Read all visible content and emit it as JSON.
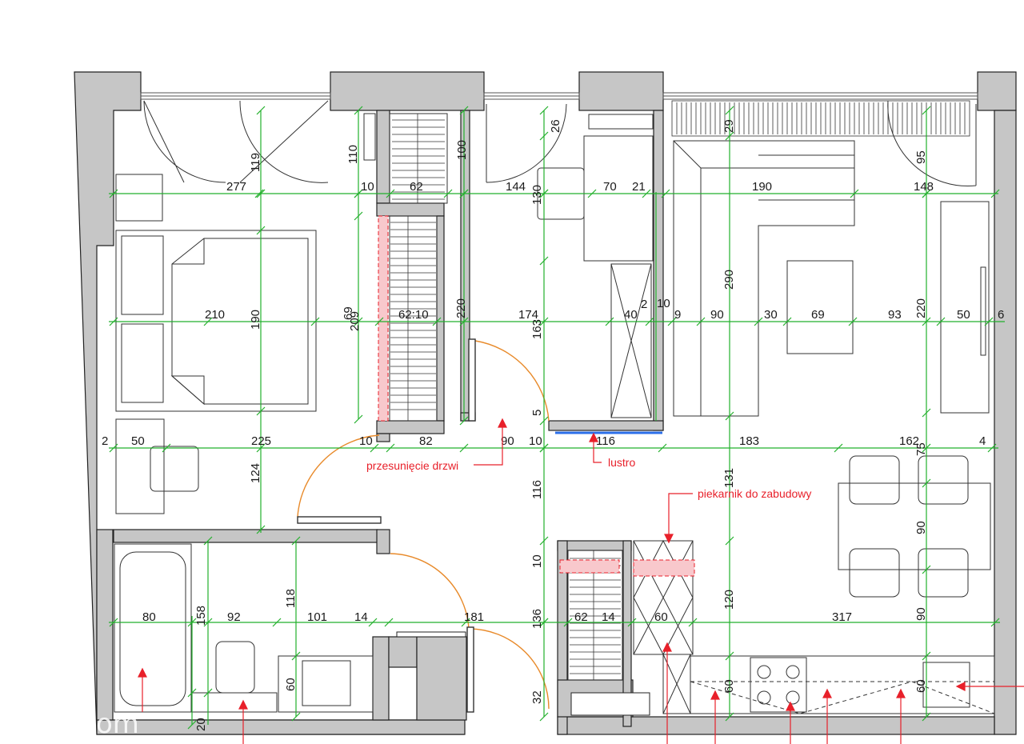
{
  "annotations": {
    "door_shift": "przesunięcie drzwi",
    "mirror": "lustro",
    "oven": "piekarnik do zabudowy"
  },
  "watermark": "om",
  "colors": {
    "wall": "#c6c6c6",
    "dimension_line": "#22b02c",
    "annotation": "#e8202a",
    "door_swing": "#e88a2a",
    "mirror": "#2a6ee8"
  },
  "dimensions": {
    "bedroom_width_top": "277",
    "bedroom_door_depth": "119",
    "wardrobe_top": "110",
    "gap_10_top": "10",
    "wardrobe_top_width": "62",
    "wardrobe_top_depth": "100",
    "office_top": "26",
    "office_width": "144",
    "desk_depth": "130",
    "desk_width": "70",
    "wall_21": "21",
    "living_top_width": "190",
    "living_door_depth": "95",
    "living_right_width": "148",
    "living_height_top": "29",
    "bed_width": "210",
    "bed_length": "190",
    "hall_height": "209",
    "wall_69": "69",
    "hall_wardrobe": "62:10",
    "hall_height_220": "220",
    "office_width_174": "174",
    "office_depth_163": "163",
    "shelf_40": "40",
    "small_2": "2",
    "small_10": "10",
    "small_9": "9",
    "sofa_depth": "90",
    "living_290": "290",
    "gap_30": "30",
    "table_69": "69",
    "gap_93": "93",
    "living_220": "220",
    "cabinet_50": "50",
    "edge_6": "6",
    "gap_5": "5",
    "left_2": "2",
    "desk2_width": "50",
    "bedroom_225": "225",
    "gap_10b": "10",
    "corridor_82": "82",
    "corridor_90": "90",
    "corridor_10": "10",
    "mirror_116": "116",
    "living_183": "183",
    "living_162": "162",
    "living_75": "75",
    "edge_4": "4",
    "desk2_124": "124",
    "hall_116": "116",
    "living_131": "131",
    "dining_90": "90",
    "kitchen_10": "10",
    "bath_118": "118",
    "kitchen_120": "120",
    "tub_80": "80",
    "bath_158": "158",
    "bath_92": "92",
    "sink_101": "101",
    "wall_14": "14",
    "bath_181": "181",
    "hall_136": "136",
    "closet_62": "62",
    "closet_14": "14",
    "kitchen_60": "60",
    "kitchen_317": "317",
    "kitchen_90": "90",
    "sink_60": "60",
    "kitchen_counter_60": "60",
    "kitchen_sink_60": "60",
    "hall_32": "32",
    "bath_20": "20"
  }
}
